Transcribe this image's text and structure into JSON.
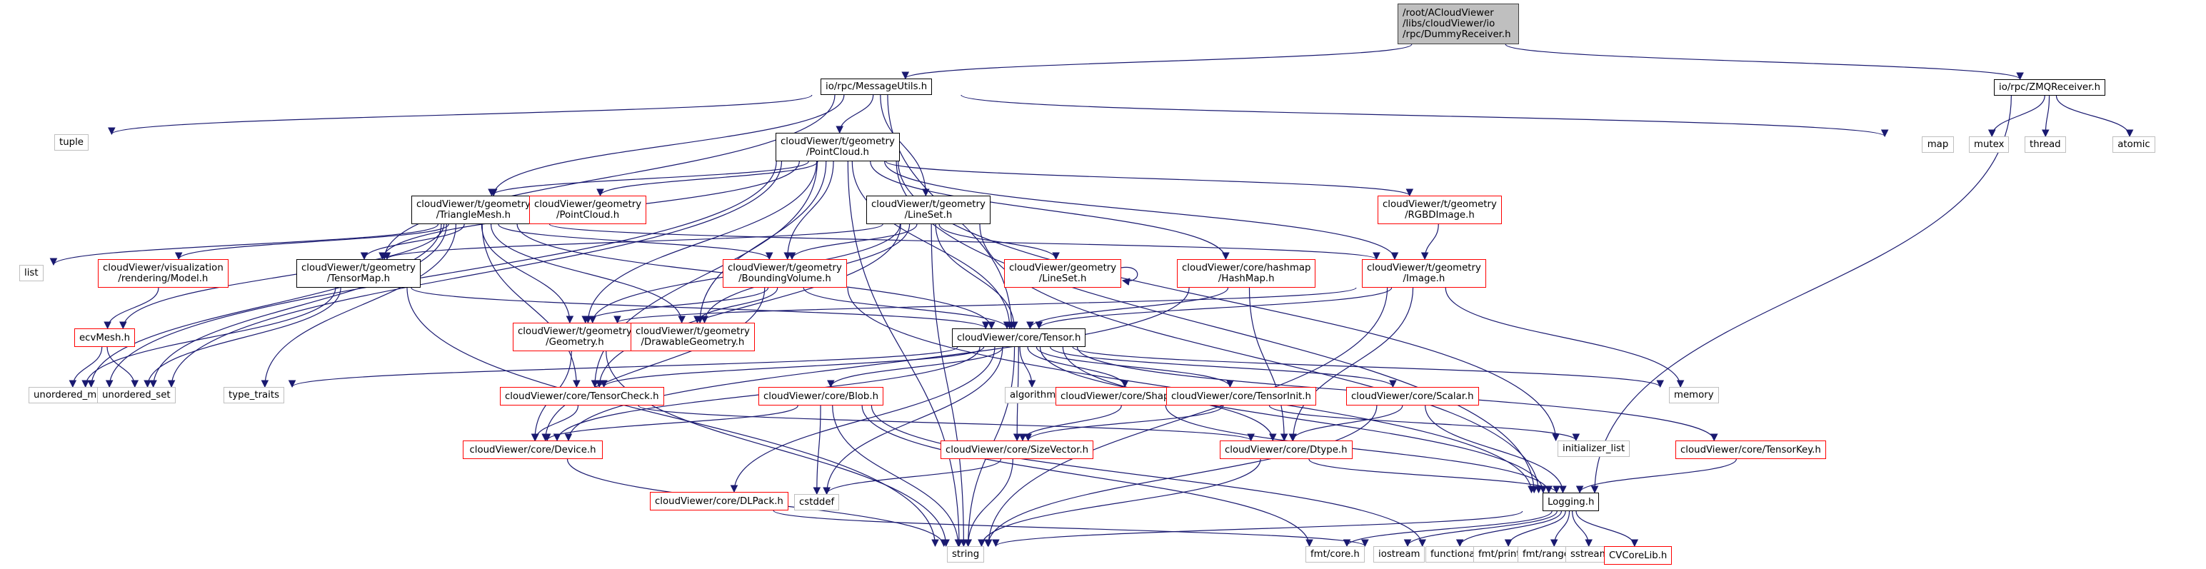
{
  "diagram": {
    "title": "/root/ACloudViewer/libs/cloudViewer/io/rpc/DummyReceiver.h",
    "edge_color": "#191970",
    "legend_colors": {
      "root_fill": "#bfbfbf",
      "documented_border": "#000000",
      "undocumented_border": "#ff0000",
      "system_border": "#bfbfbf"
    },
    "nodes": [
      {
        "id": "root",
        "type": "root",
        "lines": [
          "/root/ACloudViewer",
          "/libs/cloudViewer/io",
          "/rpc/DummyReceiver.h"
        ]
      },
      {
        "id": "messageutils",
        "type": "normal",
        "lines": [
          "io/rpc/MessageUtils.h"
        ]
      },
      {
        "id": "zmqreceiver",
        "type": "normal",
        "lines": [
          "io/rpc/ZMQReceiver.h"
        ]
      },
      {
        "id": "tuple",
        "type": "missing",
        "lines": [
          "tuple"
        ]
      },
      {
        "id": "t_pointcloud",
        "type": "normal",
        "lines": [
          "cloudViewer/t/geometry",
          "/PointCloud.h"
        ]
      },
      {
        "id": "map",
        "type": "missing",
        "lines": [
          "map"
        ]
      },
      {
        "id": "mutex",
        "type": "missing",
        "lines": [
          "mutex"
        ]
      },
      {
        "id": "thread",
        "type": "missing",
        "lines": [
          "thread"
        ]
      },
      {
        "id": "atomic",
        "type": "missing",
        "lines": [
          "atomic"
        ]
      },
      {
        "id": "t_trianglemesh",
        "type": "normal",
        "lines": [
          "cloudViewer/t/geometry",
          "/TriangleMesh.h"
        ]
      },
      {
        "id": "geometry_pointcloud",
        "type": "red",
        "lines": [
          "cloudViewer/geometry",
          "/PointCloud.h"
        ]
      },
      {
        "id": "t_lineset",
        "type": "normal",
        "lines": [
          "cloudViewer/t/geometry",
          "/LineSet.h"
        ]
      },
      {
        "id": "t_rgbdimage",
        "type": "red",
        "lines": [
          "cloudViewer/t/geometry",
          "/RGBDImage.h"
        ]
      },
      {
        "id": "list",
        "type": "missing",
        "lines": [
          "list"
        ]
      },
      {
        "id": "model",
        "type": "red",
        "lines": [
          "cloudViewer/visualization",
          "/rendering/Model.h"
        ]
      },
      {
        "id": "t_tensormap",
        "type": "normal",
        "lines": [
          "cloudViewer/t/geometry",
          "/TensorMap.h"
        ]
      },
      {
        "id": "t_boundingvolume",
        "type": "red",
        "lines": [
          "cloudViewer/t/geometry",
          "/BoundingVolume.h"
        ]
      },
      {
        "id": "geometry_lineset",
        "type": "red",
        "lines": [
          "cloudViewer/geometry",
          "/LineSet.h"
        ]
      },
      {
        "id": "hashmap",
        "type": "red",
        "lines": [
          "cloudViewer/core/hashmap",
          "/HashMap.h"
        ]
      },
      {
        "id": "t_image",
        "type": "red",
        "lines": [
          "cloudViewer/t/geometry",
          "/Image.h"
        ]
      },
      {
        "id": "ecvmesh",
        "type": "red",
        "lines": [
          "ecvMesh.h"
        ]
      },
      {
        "id": "t_geometry",
        "type": "red",
        "lines": [
          "cloudViewer/t/geometry",
          "/Geometry.h"
        ]
      },
      {
        "id": "t_drawable",
        "type": "red",
        "lines": [
          "cloudViewer/t/geometry",
          "/DrawableGeometry.h"
        ]
      },
      {
        "id": "tensor",
        "type": "normal",
        "lines": [
          "cloudViewer/core/Tensor.h"
        ]
      },
      {
        "id": "unordered_map",
        "type": "missing",
        "lines": [
          "unordered_map"
        ]
      },
      {
        "id": "unordered_set",
        "type": "missing",
        "lines": [
          "unordered_set"
        ]
      },
      {
        "id": "type_traits",
        "type": "missing",
        "lines": [
          "type_traits"
        ]
      },
      {
        "id": "tensorcheck",
        "type": "red",
        "lines": [
          "cloudViewer/core/TensorCheck.h"
        ]
      },
      {
        "id": "blob",
        "type": "red",
        "lines": [
          "cloudViewer/core/Blob.h"
        ]
      },
      {
        "id": "algorithm",
        "type": "missing",
        "lines": [
          "algorithm"
        ]
      },
      {
        "id": "shapeutil",
        "type": "red",
        "lines": [
          "cloudViewer/core/ShapeUtil.h"
        ]
      },
      {
        "id": "tensorinit",
        "type": "red",
        "lines": [
          "cloudViewer/core/TensorInit.h"
        ]
      },
      {
        "id": "scalar",
        "type": "red",
        "lines": [
          "cloudViewer/core/Scalar.h"
        ]
      },
      {
        "id": "memory",
        "type": "missing",
        "lines": [
          "memory"
        ]
      },
      {
        "id": "device",
        "type": "red",
        "lines": [
          "cloudViewer/core/Device.h"
        ]
      },
      {
        "id": "sizevector",
        "type": "red",
        "lines": [
          "cloudViewer/core/SizeVector.h"
        ]
      },
      {
        "id": "dtype",
        "type": "red",
        "lines": [
          "cloudViewer/core/Dtype.h"
        ]
      },
      {
        "id": "initializer_list",
        "type": "missing",
        "lines": [
          "initializer_list"
        ]
      },
      {
        "id": "tensorkey",
        "type": "red",
        "lines": [
          "cloudViewer/core/TensorKey.h"
        ]
      },
      {
        "id": "dlpack",
        "type": "red",
        "lines": [
          "cloudViewer/core/DLPack.h"
        ]
      },
      {
        "id": "cstddef",
        "type": "missing",
        "lines": [
          "cstddef"
        ]
      },
      {
        "id": "logging",
        "type": "normal",
        "lines": [
          "Logging.h"
        ]
      },
      {
        "id": "string",
        "type": "missing",
        "lines": [
          "string"
        ]
      },
      {
        "id": "fmt_core",
        "type": "missing",
        "lines": [
          "fmt/core.h"
        ]
      },
      {
        "id": "iostream",
        "type": "missing",
        "lines": [
          "iostream"
        ]
      },
      {
        "id": "functional",
        "type": "missing",
        "lines": [
          "functional"
        ]
      },
      {
        "id": "fmt_printf",
        "type": "missing",
        "lines": [
          "fmt/printf.h"
        ]
      },
      {
        "id": "fmt_ranges",
        "type": "missing",
        "lines": [
          "fmt/ranges.h"
        ]
      },
      {
        "id": "sstream",
        "type": "missing",
        "lines": [
          "sstream"
        ]
      },
      {
        "id": "cvcorelib",
        "type": "red",
        "lines": [
          "CVCoreLib.h"
        ]
      }
    ],
    "edges": [
      [
        "root",
        "messageutils"
      ],
      [
        "root",
        "zmqreceiver"
      ],
      [
        "messageutils",
        "tuple"
      ],
      [
        "messageutils",
        "t_pointcloud"
      ],
      [
        "messageutils",
        "map"
      ],
      [
        "messageutils",
        "t_trianglemesh"
      ],
      [
        "messageutils",
        "t_lineset"
      ],
      [
        "messageutils",
        "t_tensormap"
      ],
      [
        "messageutils",
        "tensor"
      ],
      [
        "zmqreceiver",
        "mutex"
      ],
      [
        "zmqreceiver",
        "thread"
      ],
      [
        "zmqreceiver",
        "atomic"
      ],
      [
        "zmqreceiver",
        "logging"
      ],
      [
        "t_pointcloud",
        "t_trianglemesh"
      ],
      [
        "t_pointcloud",
        "geometry_pointcloud"
      ],
      [
        "t_pointcloud",
        "t_rgbdimage"
      ],
      [
        "t_pointcloud",
        "t_tensormap"
      ],
      [
        "t_pointcloud",
        "t_boundingvolume"
      ],
      [
        "t_pointcloud",
        "hashmap"
      ],
      [
        "t_pointcloud",
        "t_image"
      ],
      [
        "t_pointcloud",
        "t_geometry"
      ],
      [
        "t_pointcloud",
        "t_drawable"
      ],
      [
        "t_pointcloud",
        "tensor"
      ],
      [
        "t_pointcloud",
        "unordered_map"
      ],
      [
        "t_pointcloud",
        "unordered_set"
      ],
      [
        "t_pointcloud",
        "tensorcheck"
      ],
      [
        "t_pointcloud",
        "logging"
      ],
      [
        "t_pointcloud",
        "string"
      ],
      [
        "t_pointcloud",
        "initializer_list"
      ],
      [
        "t_trianglemesh",
        "list"
      ],
      [
        "t_trianglemesh",
        "model"
      ],
      [
        "t_trianglemesh",
        "t_tensormap"
      ],
      [
        "t_trianglemesh",
        "t_boundingvolume"
      ],
      [
        "t_trianglemesh",
        "ecvmesh"
      ],
      [
        "t_trianglemesh",
        "t_geometry"
      ],
      [
        "t_trianglemesh",
        "t_drawable"
      ],
      [
        "t_trianglemesh",
        "tensor"
      ],
      [
        "t_trianglemesh",
        "unordered_map"
      ],
      [
        "t_trianglemesh",
        "unordered_set"
      ],
      [
        "t_trianglemesh",
        "type_traits"
      ],
      [
        "t_trianglemesh",
        "tensorcheck"
      ],
      [
        "t_trianglemesh",
        "t_image"
      ],
      [
        "t_lineset",
        "t_tensormap"
      ],
      [
        "t_lineset",
        "t_boundingvolume"
      ],
      [
        "t_lineset",
        "geometry_lineset"
      ],
      [
        "t_lineset",
        "t_geometry"
      ],
      [
        "t_lineset",
        "t_drawable"
      ],
      [
        "t_lineset",
        "tensor"
      ],
      [
        "t_lineset",
        "tensorcheck"
      ],
      [
        "t_lineset",
        "logging"
      ],
      [
        "t_lineset",
        "string"
      ],
      [
        "t_rgbdimage",
        "t_image"
      ],
      [
        "model",
        "ecvmesh"
      ],
      [
        "t_tensormap",
        "unordered_map"
      ],
      [
        "t_tensormap",
        "unordered_set"
      ],
      [
        "t_tensormap",
        "string"
      ],
      [
        "t_tensormap",
        "tensor"
      ],
      [
        "t_boundingvolume",
        "t_geometry"
      ],
      [
        "t_boundingvolume",
        "t_drawable"
      ],
      [
        "t_boundingvolume",
        "tensor"
      ],
      [
        "t_boundingvolume",
        "device"
      ],
      [
        "t_boundingvolume",
        "logging"
      ],
      [
        "geometry_lineset",
        "geometry_lineset"
      ],
      [
        "hashmap",
        "tensor"
      ],
      [
        "hashmap",
        "dtype"
      ],
      [
        "hashmap",
        "device"
      ],
      [
        "t_image",
        "t_geometry"
      ],
      [
        "t_image",
        "tensor"
      ],
      [
        "t_image",
        "dtype"
      ],
      [
        "t_image",
        "memory"
      ],
      [
        "t_image",
        "string"
      ],
      [
        "ecvmesh",
        "unordered_map"
      ],
      [
        "ecvmesh",
        "unordered_set"
      ],
      [
        "t_geometry",
        "device"
      ],
      [
        "t_geometry",
        "string"
      ],
      [
        "tensor",
        "type_traits"
      ],
      [
        "tensor",
        "tensorcheck"
      ],
      [
        "tensor",
        "blob"
      ],
      [
        "tensor",
        "algorithm"
      ],
      [
        "tensor",
        "shapeutil"
      ],
      [
        "tensor",
        "tensorinit"
      ],
      [
        "tensor",
        "scalar"
      ],
      [
        "tensor",
        "memory"
      ],
      [
        "tensor",
        "device"
      ],
      [
        "tensor",
        "sizevector"
      ],
      [
        "tensor",
        "dtype"
      ],
      [
        "tensor",
        "tensorkey"
      ],
      [
        "tensor",
        "dlpack"
      ],
      [
        "tensor",
        "cstddef"
      ],
      [
        "tensor",
        "string"
      ],
      [
        "tensor",
        "logging"
      ],
      [
        "tensorcheck",
        "device"
      ],
      [
        "tensorcheck",
        "dtype"
      ],
      [
        "blob",
        "device"
      ],
      [
        "blob",
        "cstddef"
      ],
      [
        "blob",
        "string"
      ],
      [
        "blob",
        "functional"
      ],
      [
        "blob",
        "fmt_core"
      ],
      [
        "shapeutil",
        "sizevector"
      ],
      [
        "shapeutil",
        "logging"
      ],
      [
        "tensorinit",
        "sizevector"
      ],
      [
        "tensorinit",
        "initializer_list"
      ],
      [
        "scalar",
        "dtype"
      ],
      [
        "scalar",
        "logging"
      ],
      [
        "scalar",
        "string"
      ],
      [
        "device",
        "string"
      ],
      [
        "sizevector",
        "cstddef"
      ],
      [
        "sizevector",
        "string"
      ],
      [
        "dtype",
        "string"
      ],
      [
        "dtype",
        "logging"
      ],
      [
        "tensorkey",
        "logging"
      ],
      [
        "dlpack",
        "iostream"
      ],
      [
        "logging",
        "string"
      ],
      [
        "logging",
        "fmt_core"
      ],
      [
        "logging",
        "iostream"
      ],
      [
        "logging",
        "functional"
      ],
      [
        "logging",
        "fmt_printf"
      ],
      [
        "logging",
        "fmt_ranges"
      ],
      [
        "logging",
        "sstream"
      ],
      [
        "logging",
        "cvcorelib"
      ]
    ]
  }
}
